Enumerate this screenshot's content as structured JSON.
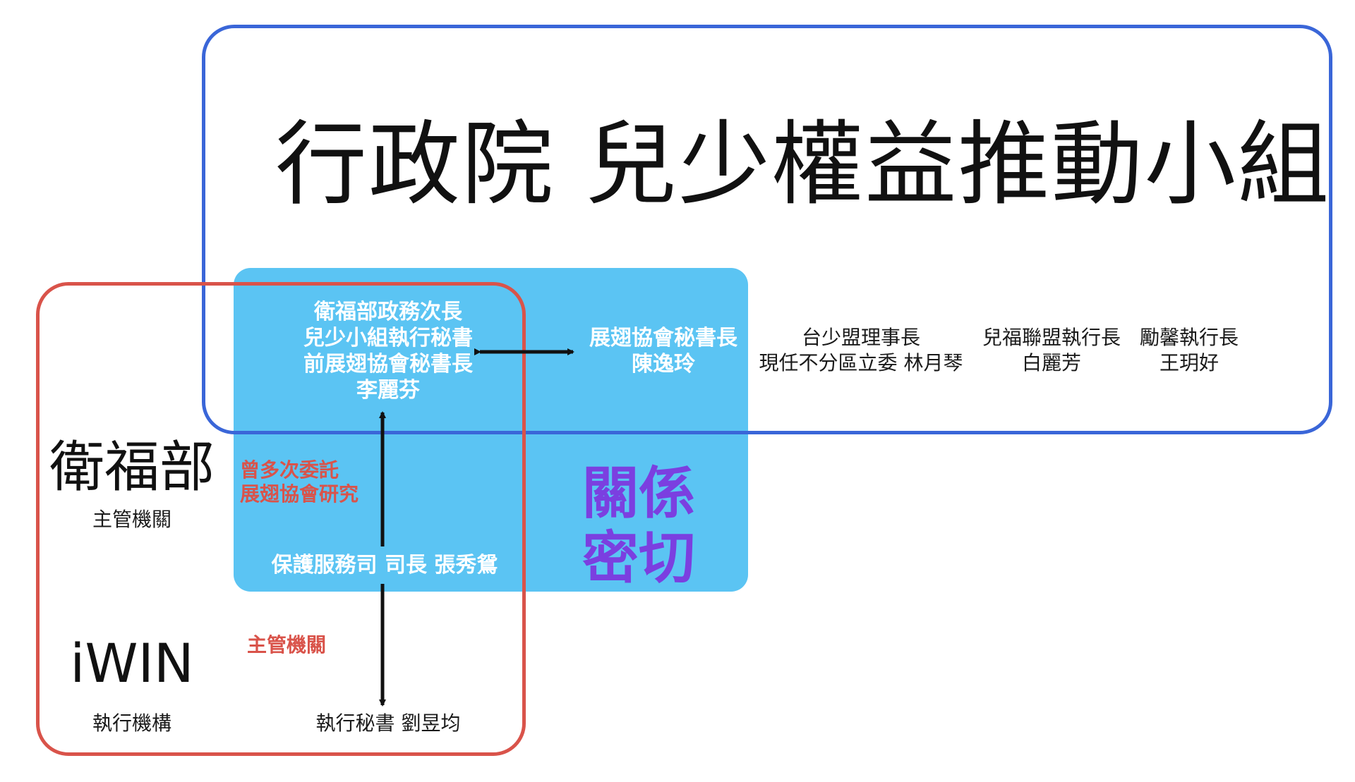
{
  "title": "行政院 兒少權益推動小組",
  "vice_minister": {
    "lines": [
      "衛福部政務次長",
      "兒少小組執行秘書",
      "前展翅協會秘書長",
      "李麗芬"
    ]
  },
  "ecpat": {
    "lines": [
      "展翅協會秘書長",
      "陳逸玲"
    ]
  },
  "taishao": {
    "lines": [
      "台少盟理事長",
      "現任不分區立委 林月琴"
    ]
  },
  "child_welfare": {
    "lines": [
      "兒福聯盟執行長",
      "白麗芳"
    ]
  },
  "lixin": {
    "lines": [
      "勵馨執行長",
      "王玥好"
    ]
  },
  "mohw": {
    "name": "衛福部",
    "role": "主管機關"
  },
  "commission": {
    "lines": [
      "曾多次委託",
      "展翅協會研究"
    ]
  },
  "close_relation": {
    "lines": [
      "關係",
      "密切"
    ]
  },
  "protection_dept": "保護服務司 司長 張秀鴛",
  "iwin": {
    "name": "iWIN",
    "role": "執行機構"
  },
  "authority_label": "主管機關",
  "iwin_secretary": "執行秘書 劉昱均",
  "colors": {
    "blue_border": "#3a66d8",
    "red_border": "#d9534a",
    "cyan_fill": "#5bc4f3",
    "purple_text": "#7b3fe0"
  }
}
